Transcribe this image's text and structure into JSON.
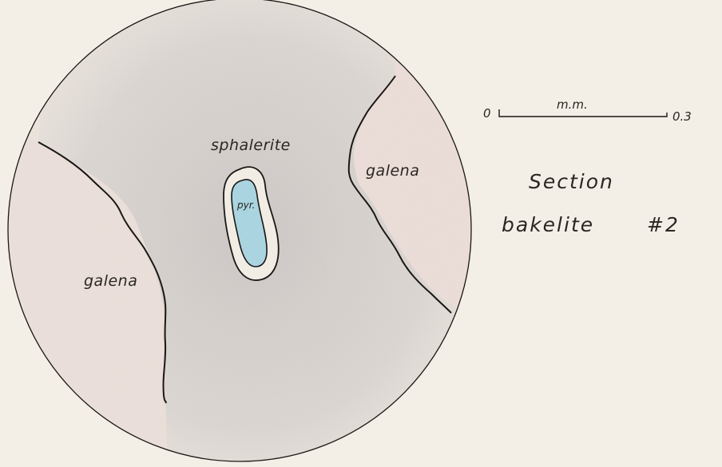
{
  "labels": {
    "sphalerite": "sphalerite",
    "galena_right": "galena",
    "galena_left": "galena",
    "pyrite": "pyr."
  },
  "scale_bar": {
    "start": "0",
    "unit": "m.m.",
    "end": "0.3"
  },
  "title": {
    "line1": "Section",
    "line2_text": "bakelite",
    "line2_number": "#2"
  },
  "colors": {
    "paper": "#f4efe6",
    "ink": "#1a1714",
    "sphalerite_shade": "#cfcac8",
    "galena_tint": "#e8d6d2",
    "pyrite_fill": "#a9d4e0"
  }
}
